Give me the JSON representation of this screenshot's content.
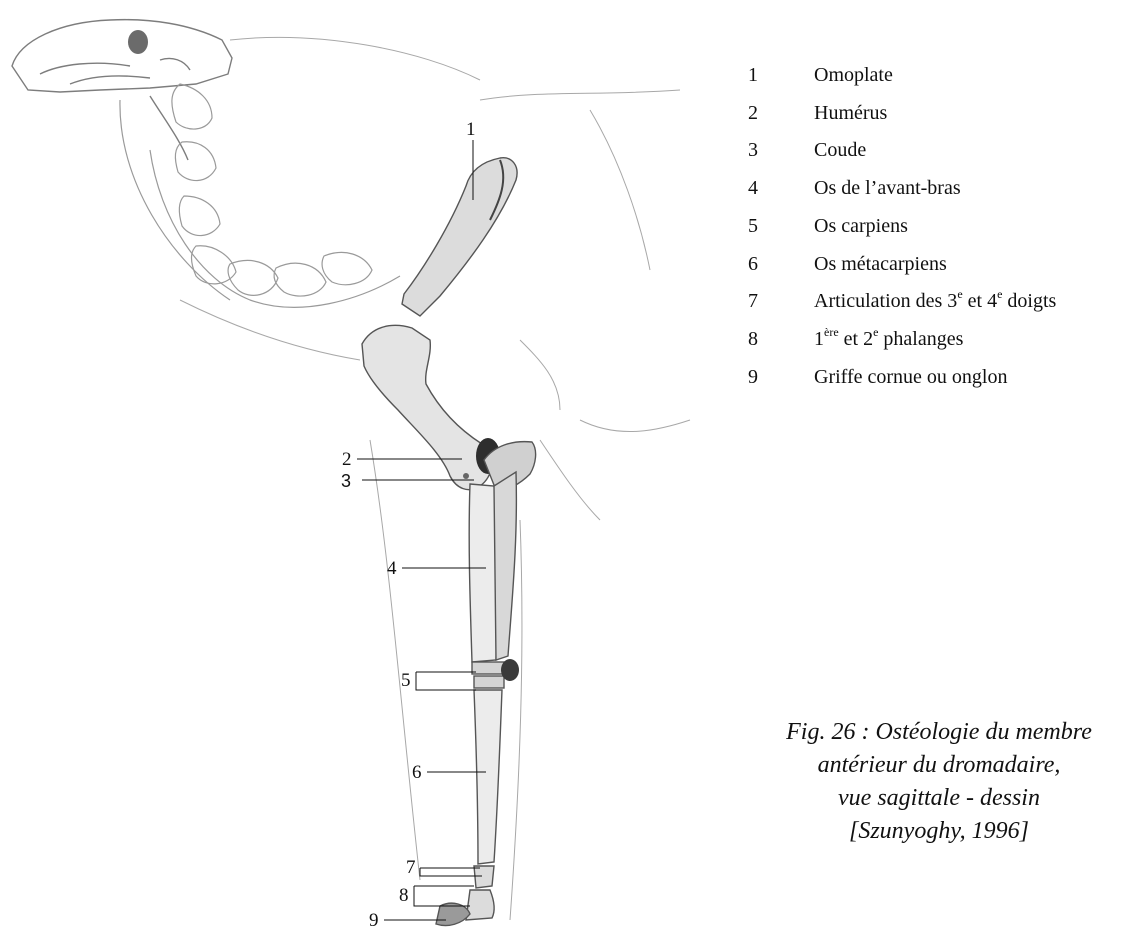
{
  "labels": [
    "1",
    "2",
    "3",
    "4",
    "5",
    "6",
    "7",
    "8",
    "9"
  ],
  "legend": [
    {
      "num": "1",
      "parts": [
        [
          "",
          "Omoplate"
        ]
      ]
    },
    {
      "num": "2",
      "parts": [
        [
          "",
          "Humérus"
        ]
      ]
    },
    {
      "num": "3",
      "parts": [
        [
          "",
          "Coude"
        ]
      ]
    },
    {
      "num": "4",
      "parts": [
        [
          "",
          "Os de l’avant-bras"
        ]
      ]
    },
    {
      "num": "5",
      "parts": [
        [
          "",
          "Os carpiens"
        ]
      ]
    },
    {
      "num": "6",
      "parts": [
        [
          "",
          "Os métacarpiens"
        ]
      ]
    },
    {
      "num": "7",
      "parts": [
        [
          "",
          "Articulation des 3"
        ],
        [
          "sup",
          "e"
        ],
        [
          "",
          " et 4"
        ],
        [
          "sup",
          "e"
        ],
        [
          "",
          " doigts"
        ]
      ]
    },
    {
      "num": "8",
      "parts": [
        [
          "",
          "1"
        ],
        [
          "sup",
          "ère"
        ],
        [
          "",
          " et 2"
        ],
        [
          "sup",
          "e"
        ],
        [
          "",
          " phalanges"
        ]
      ]
    },
    {
      "num": "9",
      "parts": [
        [
          "",
          "Griffe cornue ou onglon"
        ]
      ]
    }
  ],
  "caption": {
    "line1": "Fig. 26 : Ostéologie du membre",
    "line2": "antérieur du dromadaire,",
    "line3": "vue sagittale - dessin",
    "line4": "[Szunyoghy, 1996]"
  },
  "colors": {
    "ink": "#111111",
    "sketch": "#8a8a8a",
    "bone": "#bdbdbd",
    "shade": "#5a5a5a"
  }
}
